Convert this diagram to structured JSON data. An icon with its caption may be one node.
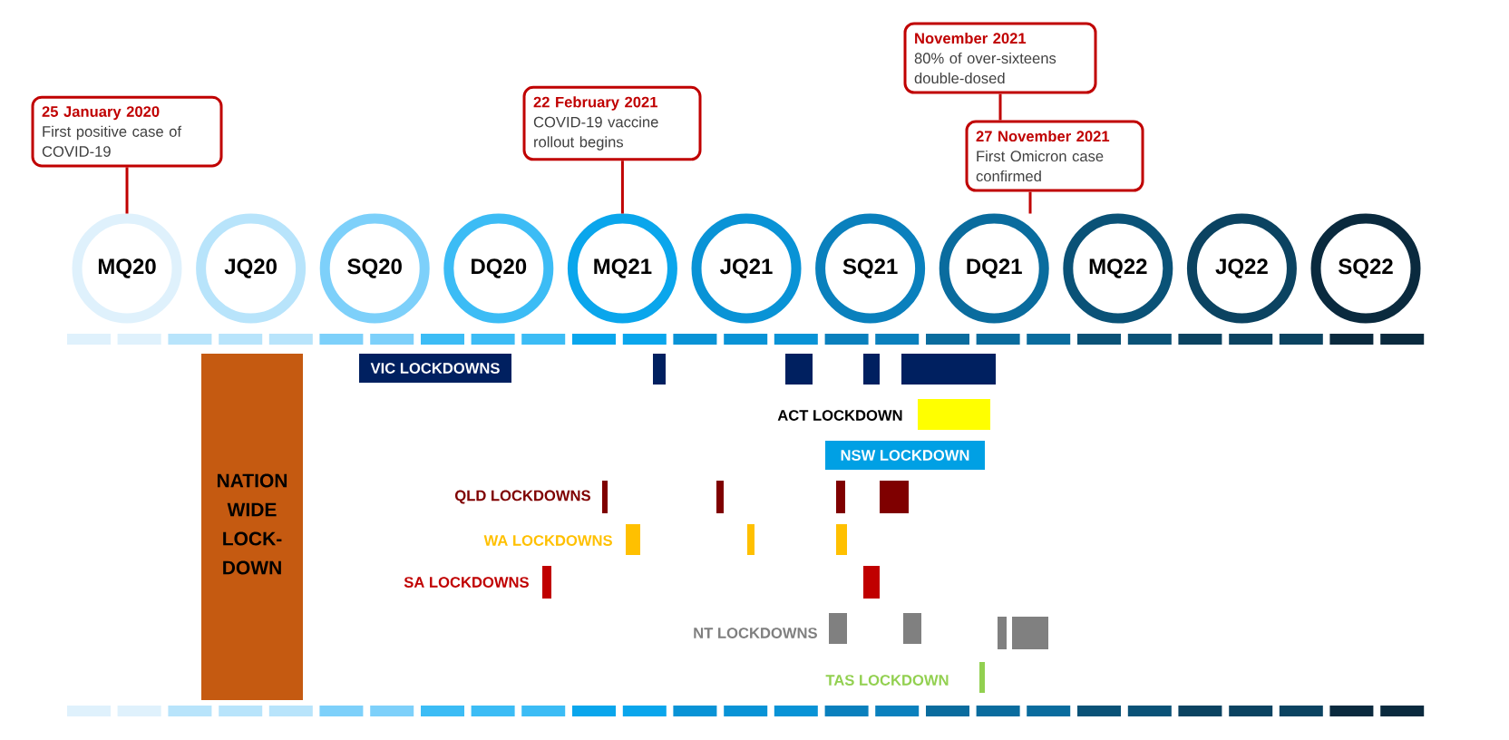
{
  "diagram": {
    "nodes": [
      {
        "text": [
          "25 January 2020",
          "First positive case of COVID-19"
        ]
      },
      {
        "text": [
          "22 February 2021",
          "COVID-19 vaccine rollout begins"
        ]
      },
      {
        "text": [
          "November 2021",
          "80% of over-sixteens double-dosed"
        ]
      },
      {
        "text": [
          "27 November 2021",
          "First Omicron case confirmed"
        ]
      },
      {
        "text": [
          "MQ20"
        ]
      },
      {
        "text": [
          "JQ20"
        ]
      },
      {
        "text": [
          "SQ20"
        ]
      },
      {
        "text": [
          "DQ20"
        ]
      },
      {
        "text": [
          "MQ21"
        ]
      },
      {
        "text": [
          "JQ21"
        ]
      },
      {
        "text": [
          "SQ21"
        ]
      },
      {
        "text": [
          "DQ21"
        ]
      },
      {
        "text": [
          "MQ22"
        ]
      },
      {
        "text": [
          "JQ22"
        ]
      },
      {
        "text": [
          "SQ22"
        ]
      },
      {
        "text": [
          "NATION WIDE LOCK- DOWN"
        ]
      },
      {
        "text": [
          "VIC LOCKDOWNS"
        ]
      },
      {
        "text": [
          "NSW LOCKDOWN"
        ]
      }
    ],
    "edges": [
      {
        "from": 0,
        "to": 4,
        "arrow": "none"
      },
      {
        "from": 1,
        "to": 8,
        "arrow": "none"
      },
      {
        "from": 2,
        "to": 3,
        "arrow": "none"
      },
      {
        "from": 3,
        "to": 11,
        "arrow": "none"
      }
    ],
    "labels": [
      "ACT LOCKDOWN",
      "QLD LOCKDOWNS",
      "WA LOCKDOWNS",
      "SA LOCKDOWNS",
      "NT LOCKDOWNS",
      "TAS LOCKDOWN"
    ]
  }
}
